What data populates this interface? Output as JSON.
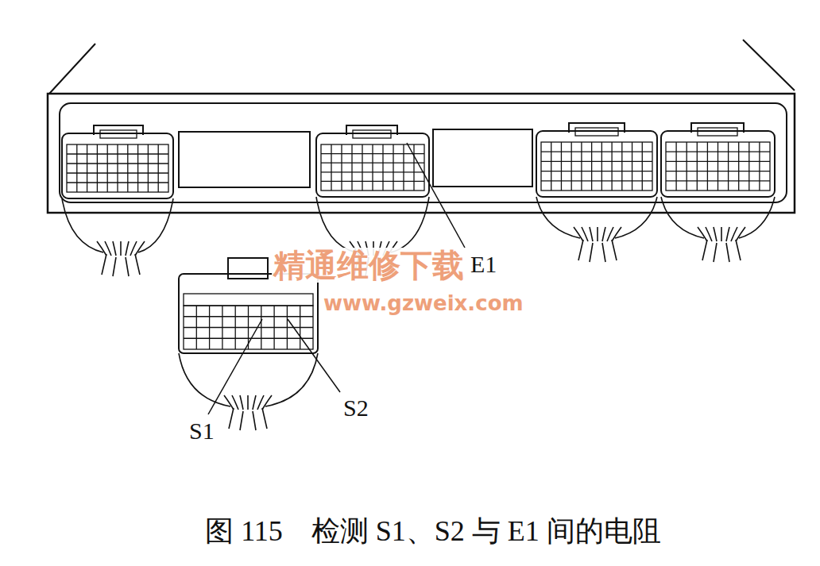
{
  "diagram": {
    "caption": "图 115　检测 S1、S2 与 E1 间的电阻",
    "labels": [
      "E1",
      "S1",
      "S2",
      "精通维修下载",
      "www.gzweix.com"
    ]
  }
}
